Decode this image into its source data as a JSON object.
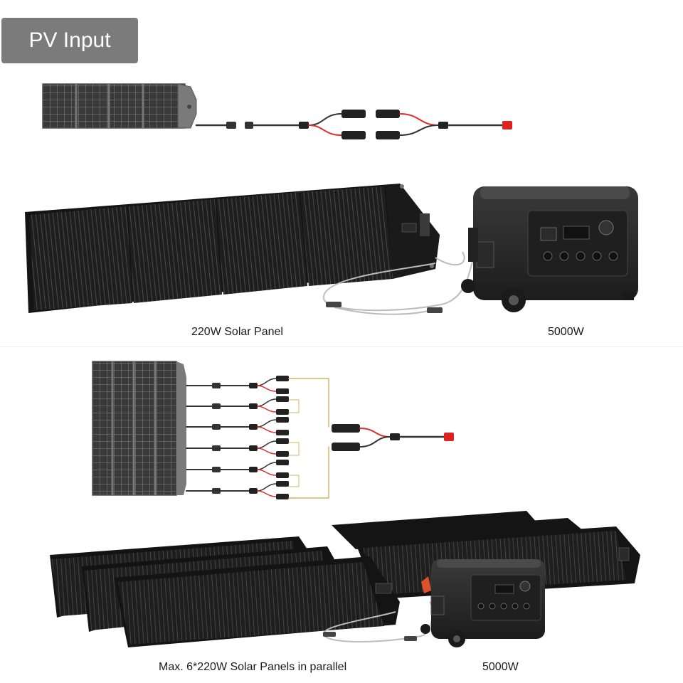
{
  "header": {
    "title": "PV Input"
  },
  "section_single": {
    "panel_caption": "220W Solar Panel",
    "unit_caption": "5000W"
  },
  "section_parallel": {
    "panel_caption": "Max. 6*220W Solar Panels in parallel",
    "unit_caption": "5000W"
  },
  "colors": {
    "badge_bg": "#7b7b7b",
    "panel_cell": "#2c2c2c",
    "panel_frame": "#141414",
    "station_body": "#2a2a2a",
    "cable": "#333333",
    "cable_red": "#e02b2b",
    "cable_gold": "#d9b26a"
  }
}
